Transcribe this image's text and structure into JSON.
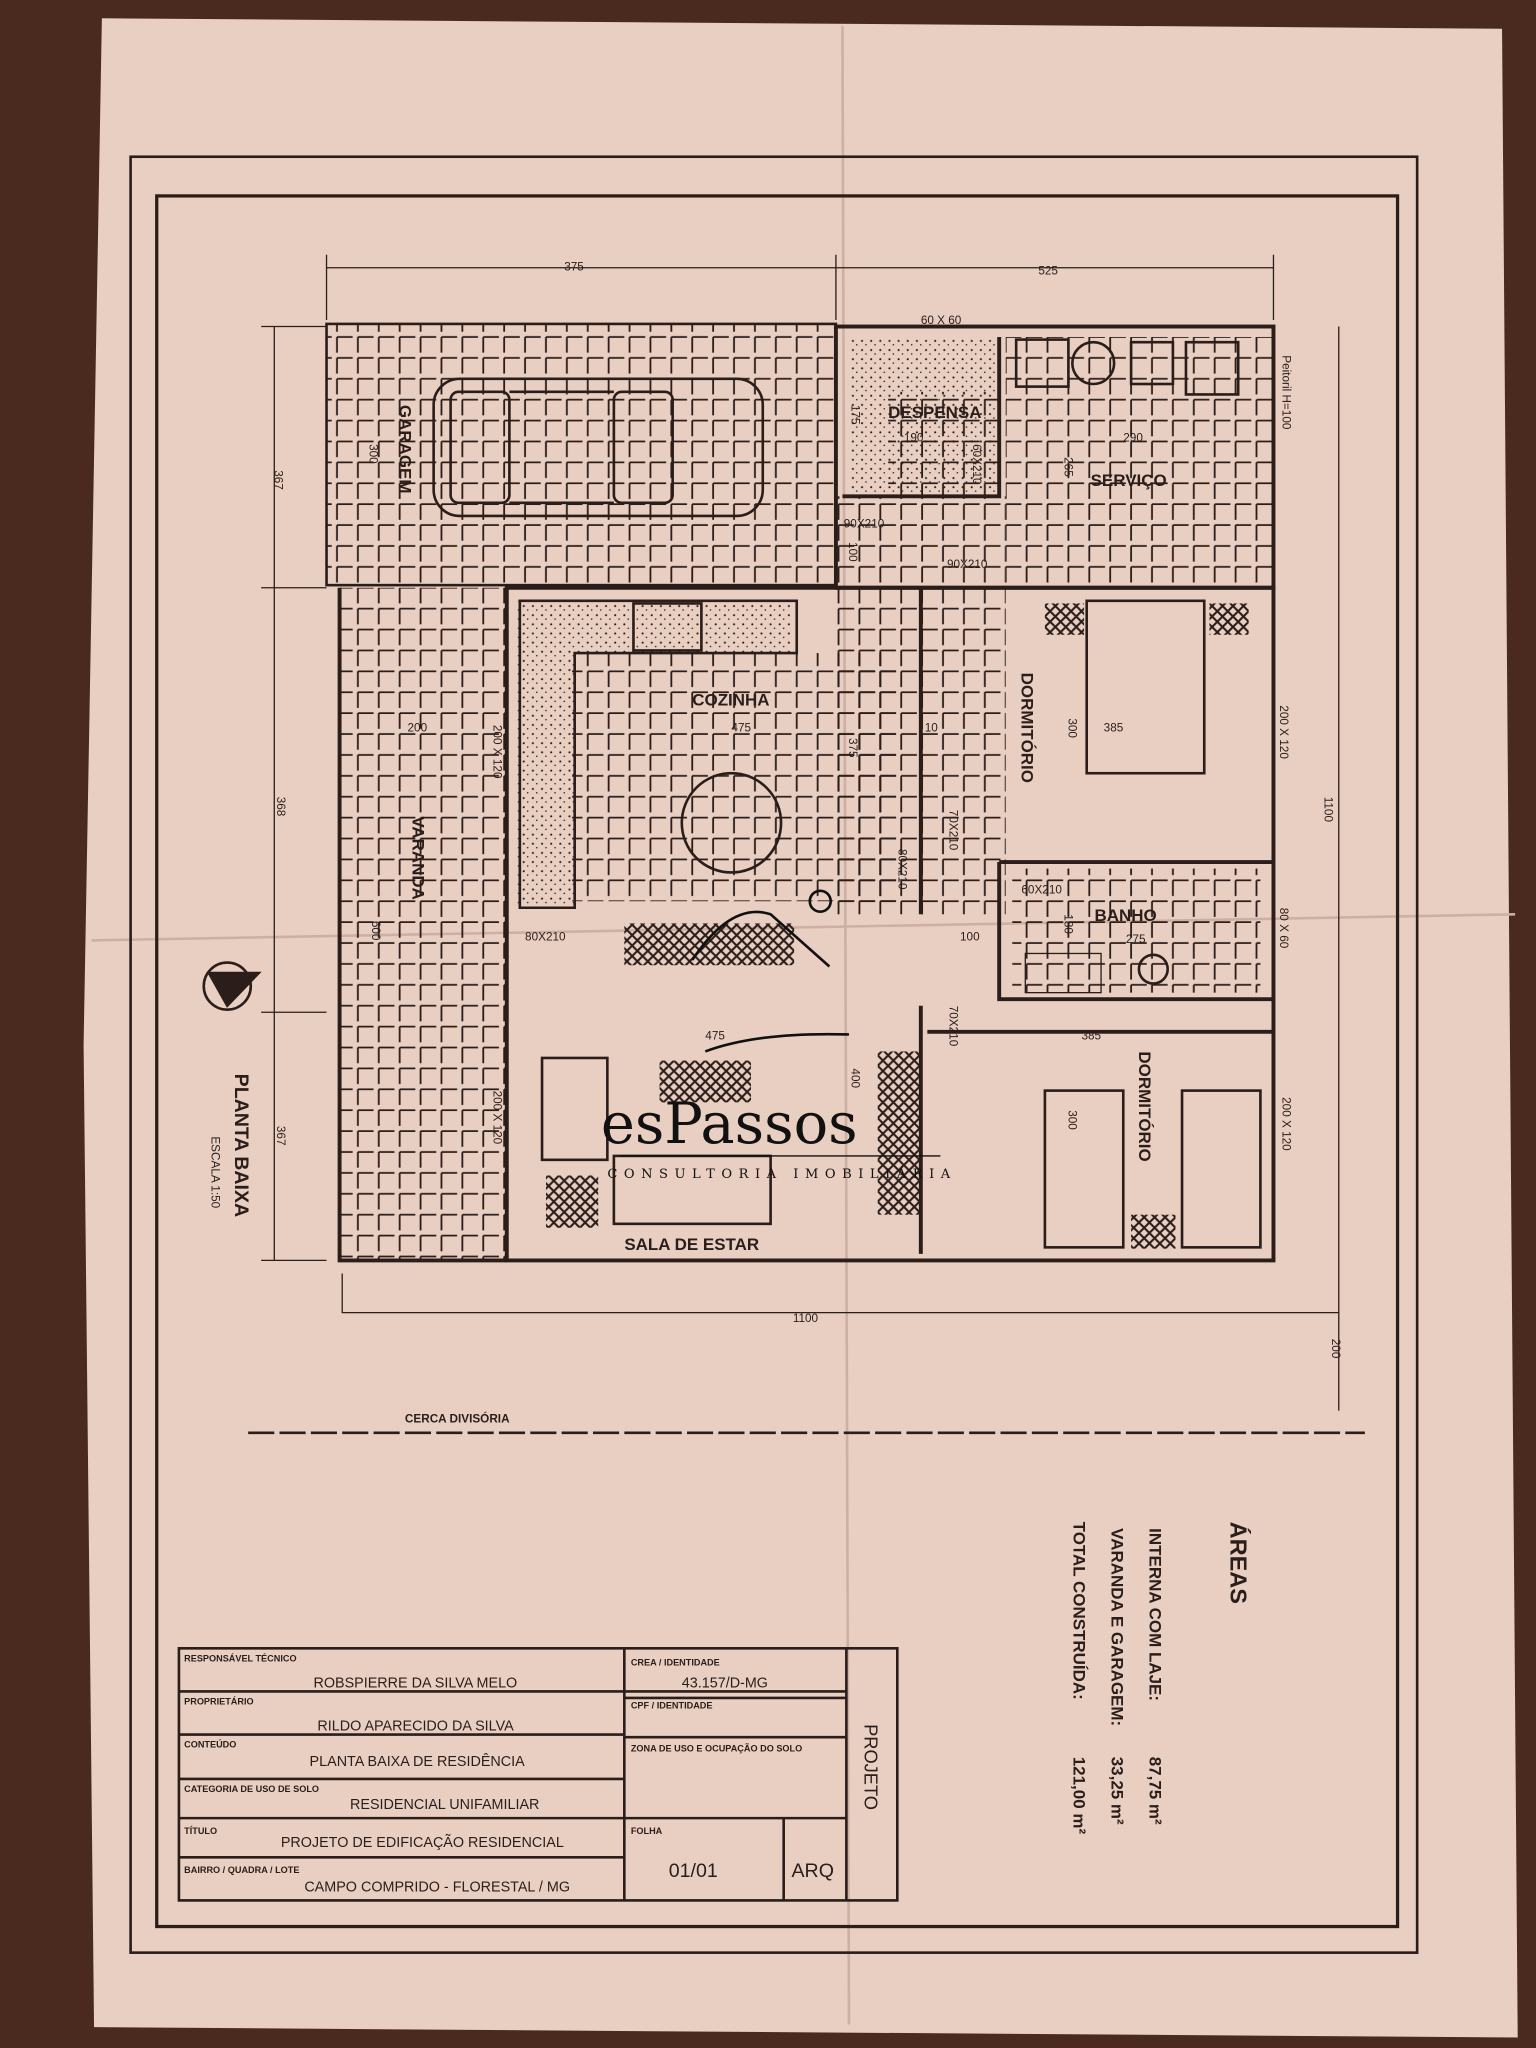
{
  "plan": {
    "title": "PLANTA BAIXA",
    "scale": "ESCALA 1:50",
    "rooms": {
      "garagem": "GARAGEM",
      "despensa": "DESPENSA",
      "servico": "SERVIÇO",
      "cozinha": "COZINHA",
      "varanda": "VARANDA",
      "dormitorio1": "DORMITÓRIO",
      "banho": "BANHO",
      "sala": "SALA DE ESTAR",
      "dormitorio2": "DORMITÓRIO"
    },
    "notes": {
      "window_top": "60 X 60",
      "peitoril": "Peitoril H=100",
      "fence": "CERCA DIVISÓRIA"
    },
    "dimensions": {
      "top_left": "375",
      "top_right": "525",
      "left_1": "367",
      "left_2": "368",
      "left_3": "367",
      "bottom": "1100",
      "right": "1100",
      "right_lower": "200",
      "garage_h": "300",
      "despensa_w": "190",
      "despensa_h": "175",
      "servico_w": "290",
      "servico_h": "265",
      "door_desp": "60X210",
      "door_top1": "90X210",
      "door_top2": "90X210",
      "hall_h": "100",
      "cozinha_w": "475",
      "cozinha_h": "375",
      "varanda_w": "200",
      "window_coz": "200 X 120",
      "door_coz": "80X210",
      "varanda_h": "600",
      "dorm1_w": "385",
      "dorm1_h": "300",
      "window_dorm1": "200 X 120",
      "door_dorm1": "70X210",
      "door_hall": "80X210",
      "door_banho": "60X210",
      "banho_w": "275",
      "banho_h": "180",
      "window_banho": "80 X 60",
      "hall_w": "100",
      "sala_w": "475",
      "sala_h": "400",
      "window_sala": "200 X 120",
      "door_dorm2": "70X210",
      "dorm2_w": "385",
      "dorm2_h": "300",
      "window_dorm2": "200 X 120",
      "ten": "10"
    }
  },
  "areas": {
    "title": "ÁREAS",
    "rows": [
      {
        "label": "INTERNA COM LAJE:",
        "value": "87,75 m²"
      },
      {
        "label": "VARANDA E GARAGEM:",
        "value": "33,25 m²"
      },
      {
        "label": "TOTAL CONSTRUÍDA:",
        "value": "121,00 m²"
      }
    ]
  },
  "title_block": {
    "responsavel_label": "RESPONSÁVEL TÉCNICO",
    "responsavel": "ROBSPIERRE DA SILVA MELO",
    "proprietario_label": "PROPRIETÁRIO",
    "proprietario": "RILDO APARECIDO DA SILVA",
    "conteudo_label": "CONTEÚDO",
    "conteudo": "PLANTA BAIXA DE RESIDÊNCIA",
    "categoria_label": "CATEGORIA DE USO DE SOLO",
    "categoria": "RESIDENCIAL UNIFAMILIAR",
    "titulo_label": "TÍTULO",
    "titulo": "PROJETO DE EDIFICAÇÃO RESIDENCIAL",
    "bairro_label": "BAIRRO / QUADRA / LOTE",
    "bairro": "CAMPO COMPRIDO - FLORESTAL / MG",
    "crea_label": "CREA / IDENTIDADE",
    "crea": "43.157/D-MG",
    "cpf_label": "CPF / IDENTIDADE",
    "zona_label": "ZONA DE USO E OCUPAÇÃO DO SOLO",
    "folha_label": "FOLHA",
    "folha": "01/01",
    "disciplina": "ARQ",
    "projeto": "PROJETO"
  },
  "watermark": {
    "brand": "esPassos",
    "tagline": "CONSULTORIA IMOBILIÁRIA"
  },
  "colors": {
    "paper": "#e8cfc2",
    "ink": "#2b1d1a",
    "background": "#4a2a1e"
  }
}
